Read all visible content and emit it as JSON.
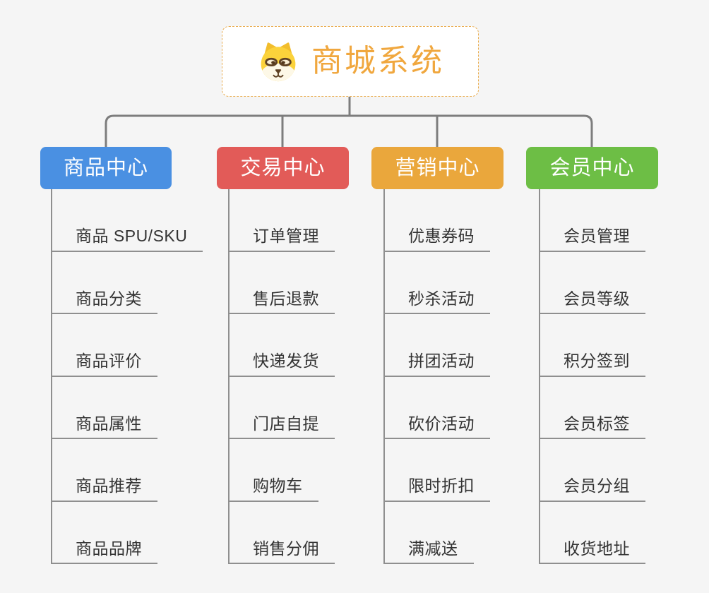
{
  "root": {
    "title": "商城系统",
    "icon": "shiba-dog-icon"
  },
  "branches": [
    {
      "id": "product-center",
      "label": "商品中心",
      "color": "#4a90e2",
      "items": [
        "商品 SPU/SKU",
        "商品分类",
        "商品评价",
        "商品属性",
        "商品推荐",
        "商品品牌"
      ]
    },
    {
      "id": "trade-center",
      "label": "交易中心",
      "color": "#e25b58",
      "items": [
        "订单管理",
        "售后退款",
        "快递发货",
        "门店自提",
        "购物车",
        "销售分佣"
      ]
    },
    {
      "id": "marketing-center",
      "label": "营销中心",
      "color": "#eaa73c",
      "items": [
        "优惠券码",
        "秒杀活动",
        "拼团活动",
        "砍价活动",
        "限时折扣",
        "满减送"
      ]
    },
    {
      "id": "member-center",
      "label": "会员中心",
      "color": "#6dbe45",
      "items": [
        "会员管理",
        "会员等级",
        "积分签到",
        "会员标签",
        "会员分组",
        "收货地址"
      ]
    }
  ],
  "palette": {
    "background": "#f5f5f5",
    "connector_line": "#7d7d7d",
    "branch_underline": "#8f8f8f",
    "leaf_text": "#333333",
    "root_accent": "#f0a73e",
    "root_border": "#e9ac4e"
  }
}
